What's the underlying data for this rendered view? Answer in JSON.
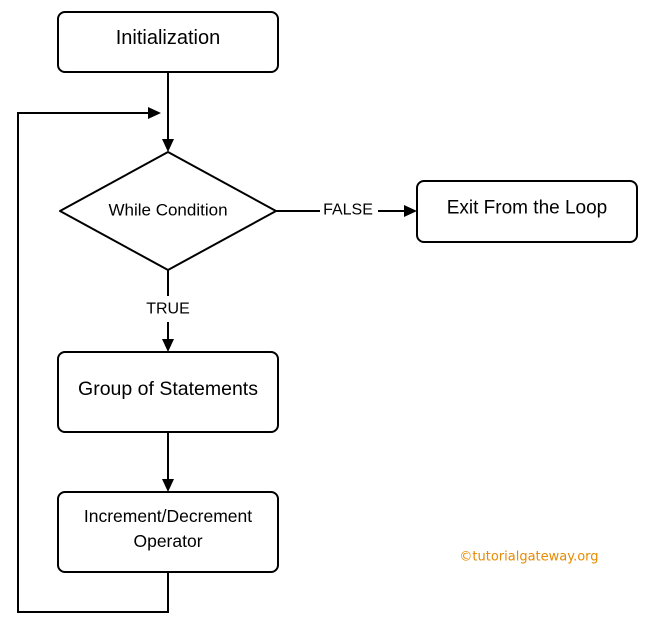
{
  "nodes": {
    "initialization": "Initialization",
    "condition": "While Condition",
    "exit": "Exit From the Loop",
    "statements": "Group of Statements",
    "increment_line1": "Increment/Decrement",
    "increment_line2": "Operator"
  },
  "edges": {
    "false_label": "FALSE",
    "true_label": "TRUE"
  },
  "watermark": "©tutorialgateway.org",
  "colors": {
    "stroke": "#000000",
    "fill": "#ffffff",
    "watermark": "#e68a00"
  }
}
